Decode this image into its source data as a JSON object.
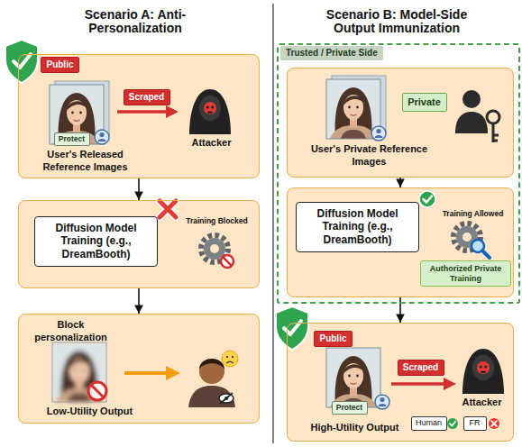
{
  "diagram": {
    "nodes": [
      {
        "text": [
          "User's Released Reference Images",
          "Attacker"
        ]
      },
      {
        "text": [
          "Public"
        ],
        "in": 0
      },
      {
        "text": [
          "Scraped"
        ],
        "in": 0
      },
      {
        "text": [
          "Protect"
        ],
        "in": 0
      },
      {
        "text": [
          "Training Blocked"
        ]
      },
      {
        "text": [
          "Diffusion Model Training (e.g., DreamBooth)"
        ],
        "in": 4
      },
      {
        "text": [
          "Block personalization",
          "Low-Utility Output"
        ]
      },
      {
        "text": [
          "Trusted / Private Side"
        ]
      },
      {
        "text": [
          "User's Private Reference Images"
        ],
        "in": 7
      },
      {
        "text": [
          "Private"
        ],
        "in": 8
      },
      {
        "text": [
          "Training Allowed"
        ],
        "in": 7
      },
      {
        "text": [
          "Diffusion Model Training (e.g., DreamBooth)"
        ],
        "in": 10
      },
      {
        "text": [
          "Authorized Private Training"
        ],
        "in": 10
      },
      {
        "text": [
          "High-Utility Output",
          "Attacker"
        ]
      },
      {
        "text": [
          "Public"
        ],
        "in": 13
      },
      {
        "text": [
          "Scraped"
        ],
        "in": 13
      },
      {
        "text": [
          "Protect"
        ],
        "in": 13
      },
      {
        "text": [
          "Human"
        ],
        "in": 13
      },
      {
        "text": [
          "FR"
        ],
        "in": 13
      }
    ],
    "edges": [
      {
        "from": 0,
        "to": 4,
        "arrow": "to"
      },
      {
        "from": 4,
        "to": 6,
        "arrow": "to"
      },
      {
        "from": 8,
        "to": 10,
        "arrow": "to"
      },
      {
        "from": 10,
        "to": 13,
        "arrow": "to"
      }
    ],
    "labels": [
      "Scenario A: Anti-Personalization",
      "Scenario B: Model-Side Output Immunization"
    ]
  }
}
